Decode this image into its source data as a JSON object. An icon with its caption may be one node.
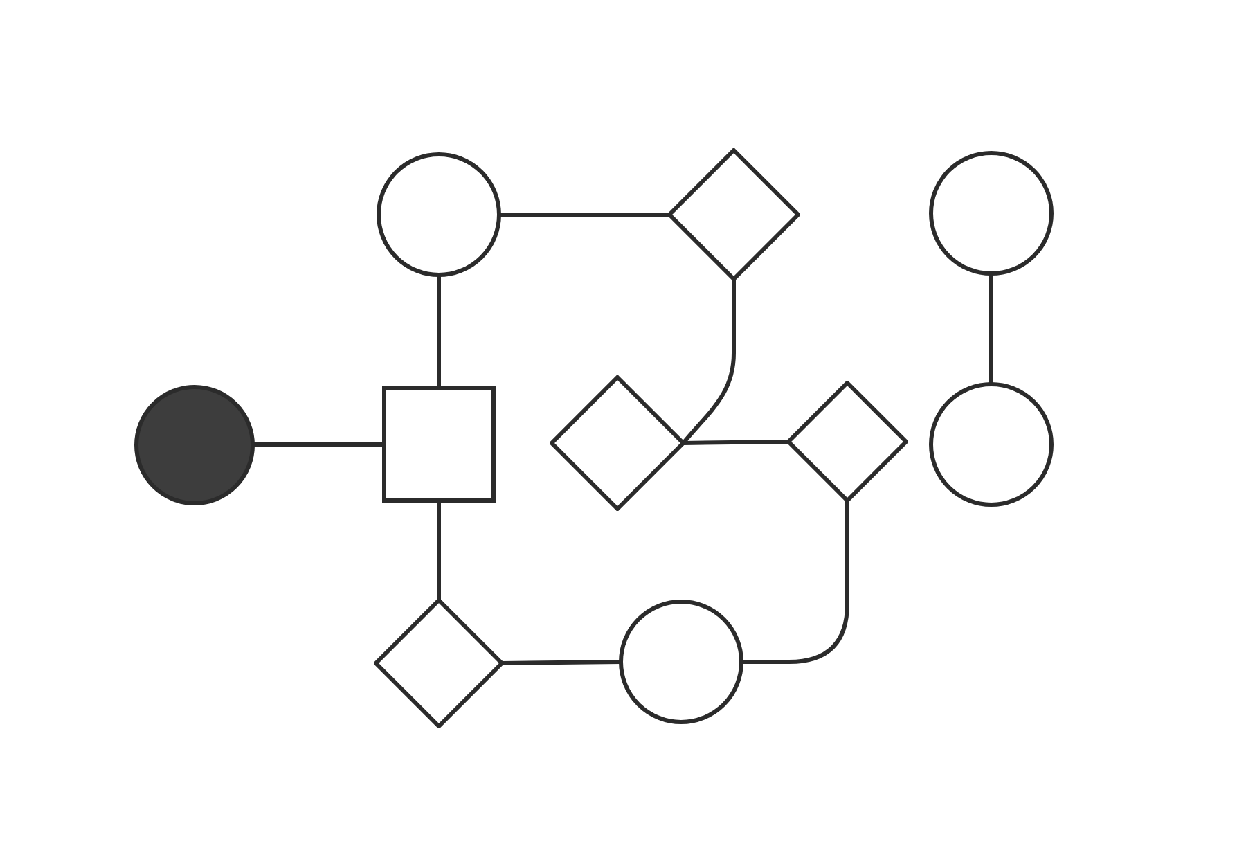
{
  "diagram": {
    "nodes": [
      {
        "text": [],
        "shape": "circle"
      },
      {
        "text": [],
        "shape": "diamond"
      },
      {
        "text": [],
        "shape": "circle"
      },
      {
        "text": [],
        "shape": "circle"
      },
      {
        "text": [],
        "shape": "box"
      },
      {
        "text": [],
        "shape": "diamond"
      },
      {
        "text": [],
        "shape": "diamond"
      },
      {
        "text": [],
        "shape": "circle"
      },
      {
        "text": [],
        "shape": "diamond"
      },
      {
        "text": [],
        "shape": "circle"
      }
    ],
    "edges": [
      {
        "from": 0,
        "to": 1,
        "arrow": "none"
      },
      {
        "from": 0,
        "to": 4,
        "arrow": "none"
      },
      {
        "from": 1,
        "to": 5,
        "arrow": "none"
      },
      {
        "from": 2,
        "to": 7,
        "arrow": "none"
      },
      {
        "from": 3,
        "to": 4,
        "arrow": "none"
      },
      {
        "from": 5,
        "to": 6,
        "arrow": "none"
      },
      {
        "from": 4,
        "to": 8,
        "arrow": "none"
      },
      {
        "from": 8,
        "to": 9,
        "arrow": "none"
      },
      {
        "from": 6,
        "to": 9,
        "arrow": "none"
      }
    ]
  }
}
